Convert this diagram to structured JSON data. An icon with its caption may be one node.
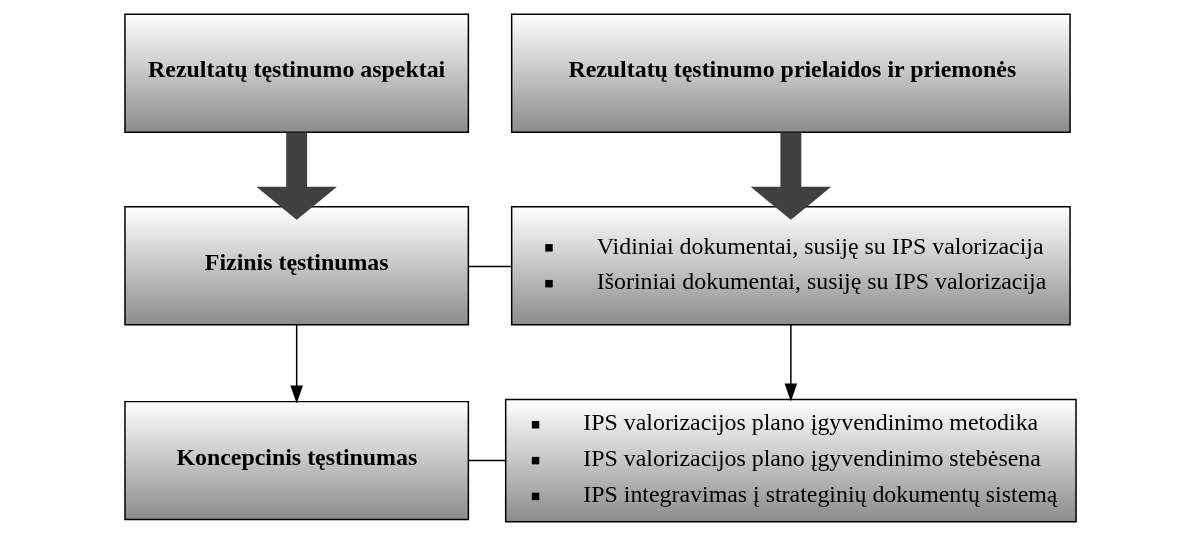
{
  "diagram": {
    "nodes": [
      {
        "text": [
          "Rezultatų tęstinumo aspektai"
        ]
      },
      {
        "text": [
          "Rezultatų tęstinumo prielaidos ir priemonės"
        ]
      },
      {
        "text": [
          "Fizinis tęstinumas"
        ]
      },
      {
        "text": [
          "Vidiniai dokumentai, susiję su IPS valorizacija",
          "Išoriniai dokumentai, susiję su IPS valorizacija"
        ]
      },
      {
        "text": [
          "Koncepcinis tęstinumas"
        ]
      },
      {
        "text": [
          "IPS valorizacijos plano įgyvendinimo metodika",
          "IPS valorizacijos plano įgyvendinimo stebėsena",
          "IPS integravimas į strateginių dokumentų sistemą"
        ]
      }
    ],
    "edges": [
      {
        "from": 0,
        "to": 2,
        "arrow": "to",
        "style": "thick"
      },
      {
        "from": 1,
        "to": 3,
        "arrow": "to",
        "style": "thick"
      },
      {
        "from": 2,
        "to": 3,
        "arrow": "none"
      },
      {
        "from": 2,
        "to": 4,
        "arrow": "to"
      },
      {
        "from": 3,
        "to": 5,
        "arrow": "to"
      },
      {
        "from": 4,
        "to": 5,
        "arrow": "none"
      }
    ]
  }
}
